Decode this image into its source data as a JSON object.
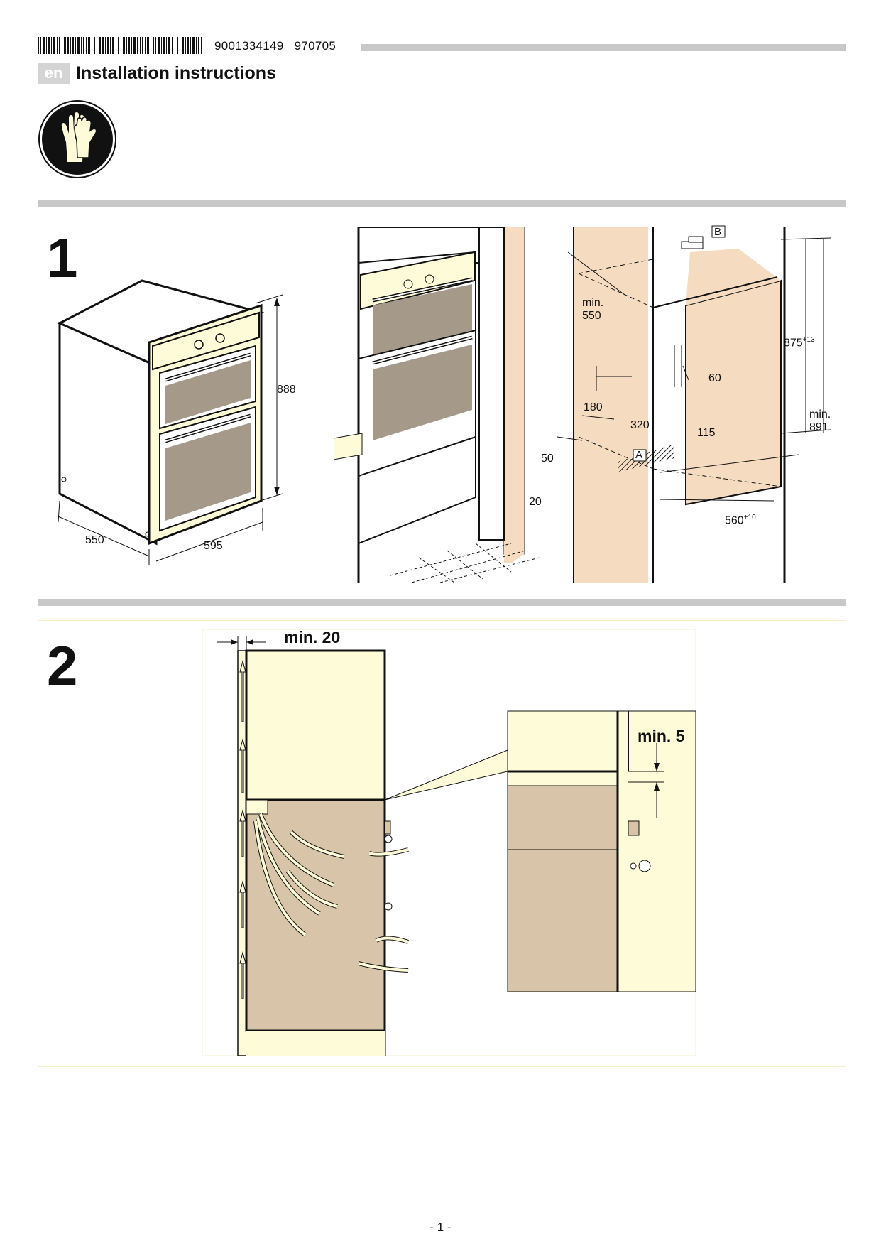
{
  "header": {
    "part_number": "9001334149",
    "code": "970705",
    "language": "en",
    "title": "Installation instructions",
    "icon": "protective-gloves-icon"
  },
  "figure1": {
    "step": "1",
    "appliance_dims": {
      "height": "888",
      "depth": "550",
      "width": "595"
    },
    "niche_dims": {
      "depth": "min.\n550",
      "height": "875",
      "height_tol": "+13",
      "total_height": "min.\n891",
      "width": "560",
      "width_tol": "+10",
      "d60": "60",
      "d180": "180",
      "d320": "320",
      "d115": "115",
      "d50": "50",
      "d20": "20",
      "label_a": "A",
      "label_b": "B"
    }
  },
  "figure2": {
    "step": "2",
    "gap_top": "min. 20",
    "gap_detail": "min. 5"
  },
  "footer": {
    "page": "- 1 -"
  },
  "colors": {
    "wood": "#f5dcc0",
    "cream": "#fefbd8",
    "oven_window": "#a5998a",
    "oven_body": "#d8c4a8",
    "rule": "#c8c8c8"
  }
}
